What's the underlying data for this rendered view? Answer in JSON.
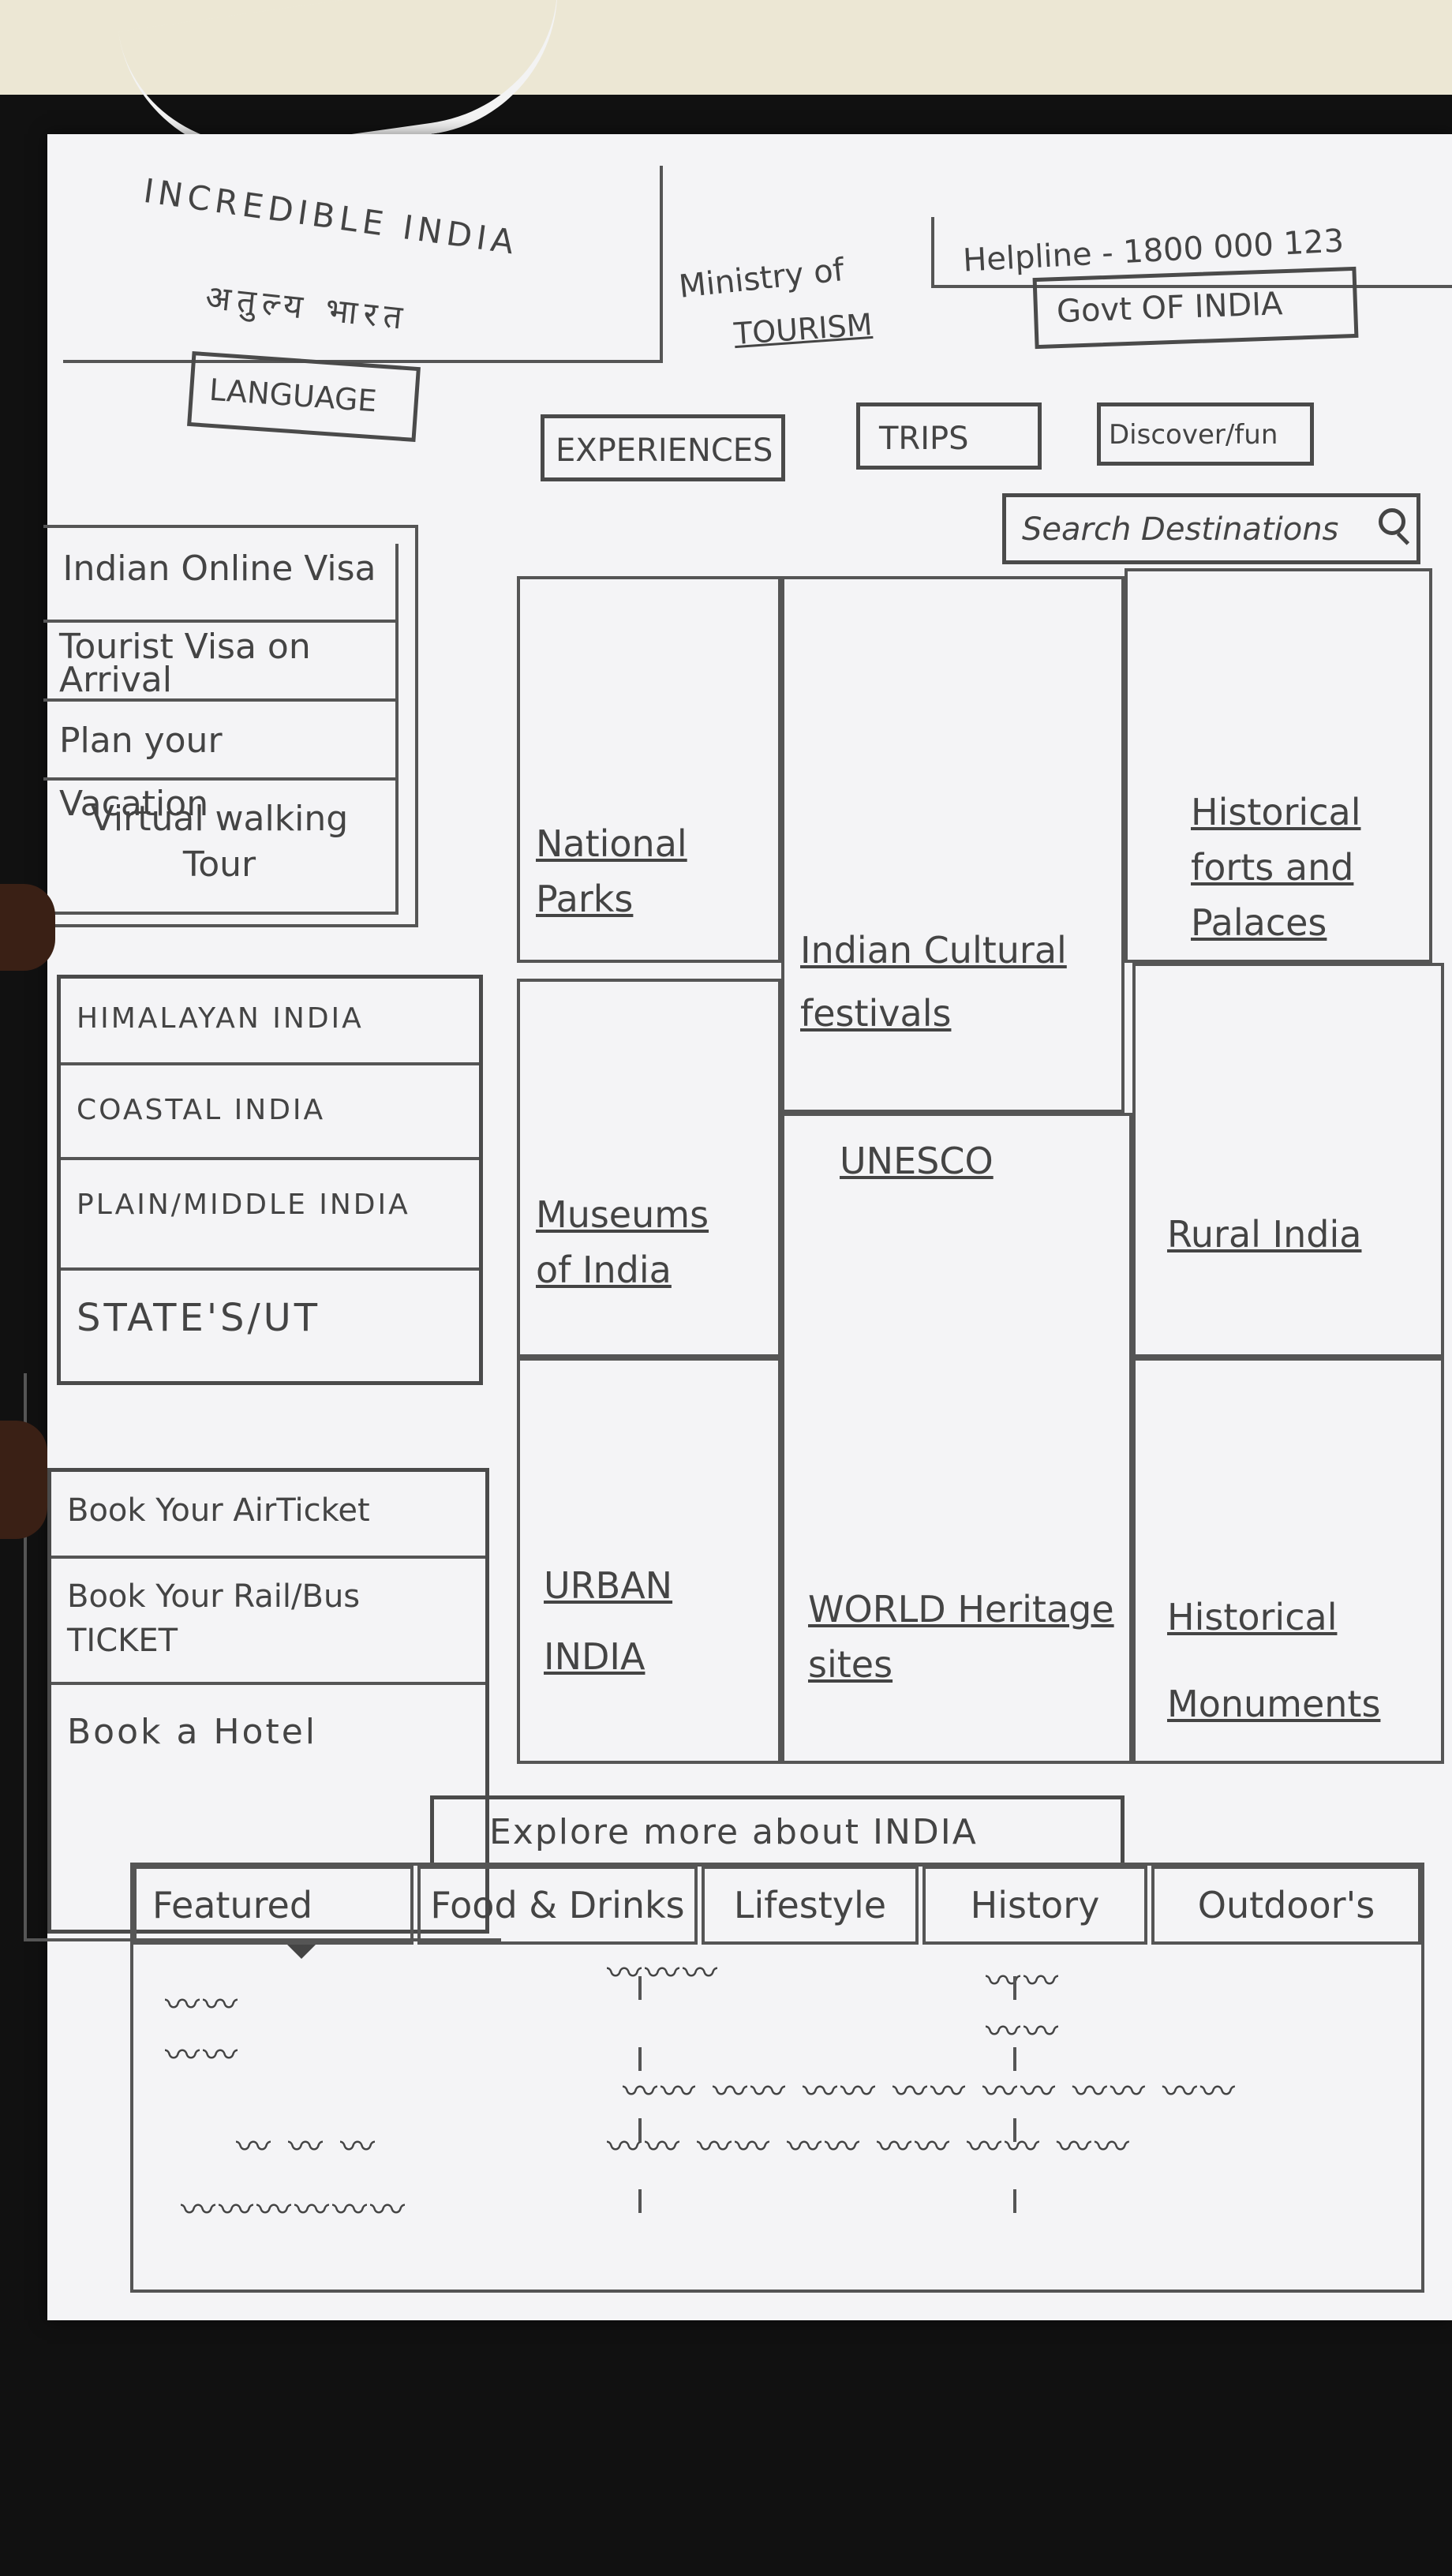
{
  "header": {
    "brand_line1": "INCREDIBLE INDIA",
    "brand_line2": "अतुल्य भारत",
    "ministry_line1": "Ministry of",
    "ministry_line2": "TOURISM",
    "helpline": "Helpline - 1800 000 123",
    "govt": "Govt OF INDIA"
  },
  "nav": {
    "language": "LANGUAGE",
    "experiences": "EXPERIENCES",
    "trips": "TRIPS",
    "discover": "Discover/fun",
    "search_placeholder": "Search Destinations"
  },
  "sidebar": {
    "visa_links": [
      {
        "label": "Indian Online Visa"
      },
      {
        "label": "Tourist Visa on Arrival"
      },
      {
        "label": "Plan your Vacation"
      },
      {
        "label": "Virtual walking Tour"
      }
    ],
    "regions": [
      {
        "label": "HIMALAYAN INDIA"
      },
      {
        "label": "COASTAL INDIA"
      },
      {
        "label": "PLAIN/MIDDLE INDIA"
      },
      {
        "label": "STATE'S/UT"
      }
    ],
    "bookings": [
      {
        "label": "Book Your AirTicket"
      },
      {
        "label": "Book Your Rail/Bus TICKET"
      },
      {
        "label": "Book a Hotel"
      }
    ]
  },
  "grid": {
    "national_parks": "National Parks",
    "museums": "Museums of India",
    "urban": "URBAN INDIA",
    "cultural": "Indian Cultural festivals",
    "unesco": "UNESCO",
    "world_heritage": "WORLD Heritage sites",
    "forts": "Historical forts and Palaces",
    "rural": "Rural India",
    "monuments": "Historical Monuments"
  },
  "explore": {
    "title": "Explore more about INDIA",
    "tabs": [
      {
        "label": "Featured"
      },
      {
        "label": "Food & Drinks"
      },
      {
        "label": "Lifestyle"
      },
      {
        "label": "History"
      },
      {
        "label": "Outdoor's"
      }
    ]
  }
}
